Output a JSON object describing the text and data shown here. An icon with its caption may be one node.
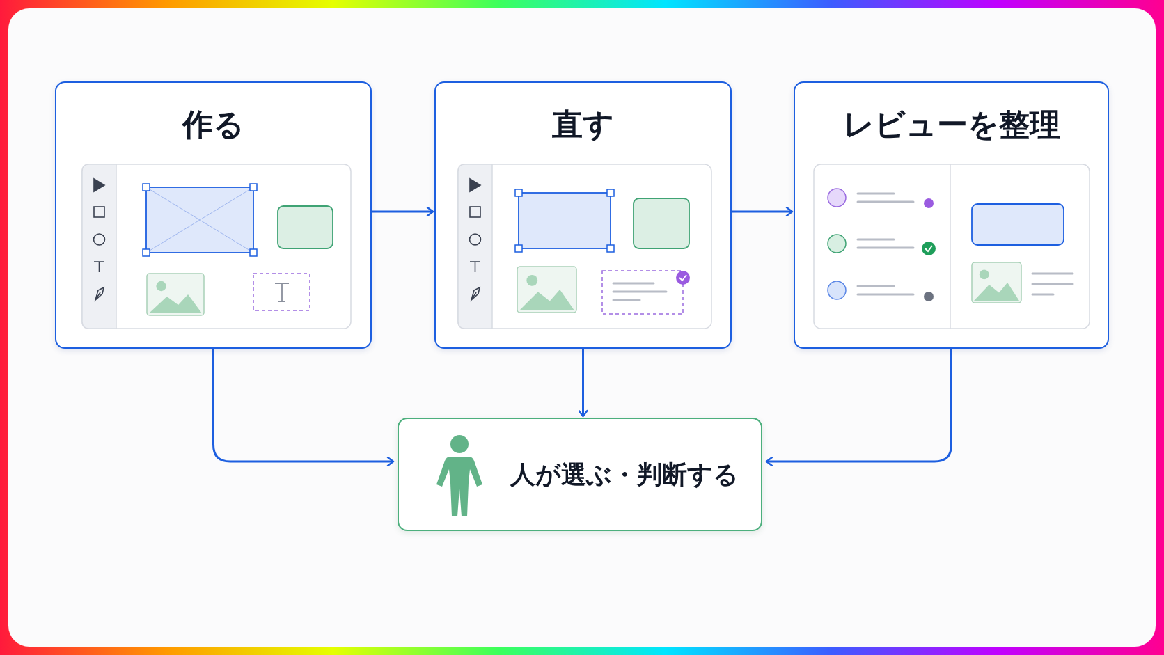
{
  "diagram": {
    "nodes": [
      {
        "text": [
          "作る"
        ]
      },
      {
        "text": [
          "直す"
        ]
      },
      {
        "text": [
          "レビューを整理"
        ]
      },
      {
        "text": [
          "人が選ぶ・判断する"
        ]
      }
    ],
    "edges": [
      {
        "from": 0,
        "to": 1,
        "arrow": "to"
      },
      {
        "from": 1,
        "to": 2,
        "arrow": "to"
      },
      {
        "from": 0,
        "to": 3,
        "arrow": "to"
      },
      {
        "from": 1,
        "to": 3,
        "arrow": "to"
      },
      {
        "from": 2,
        "to": 3,
        "arrow": "to"
      }
    ]
  }
}
